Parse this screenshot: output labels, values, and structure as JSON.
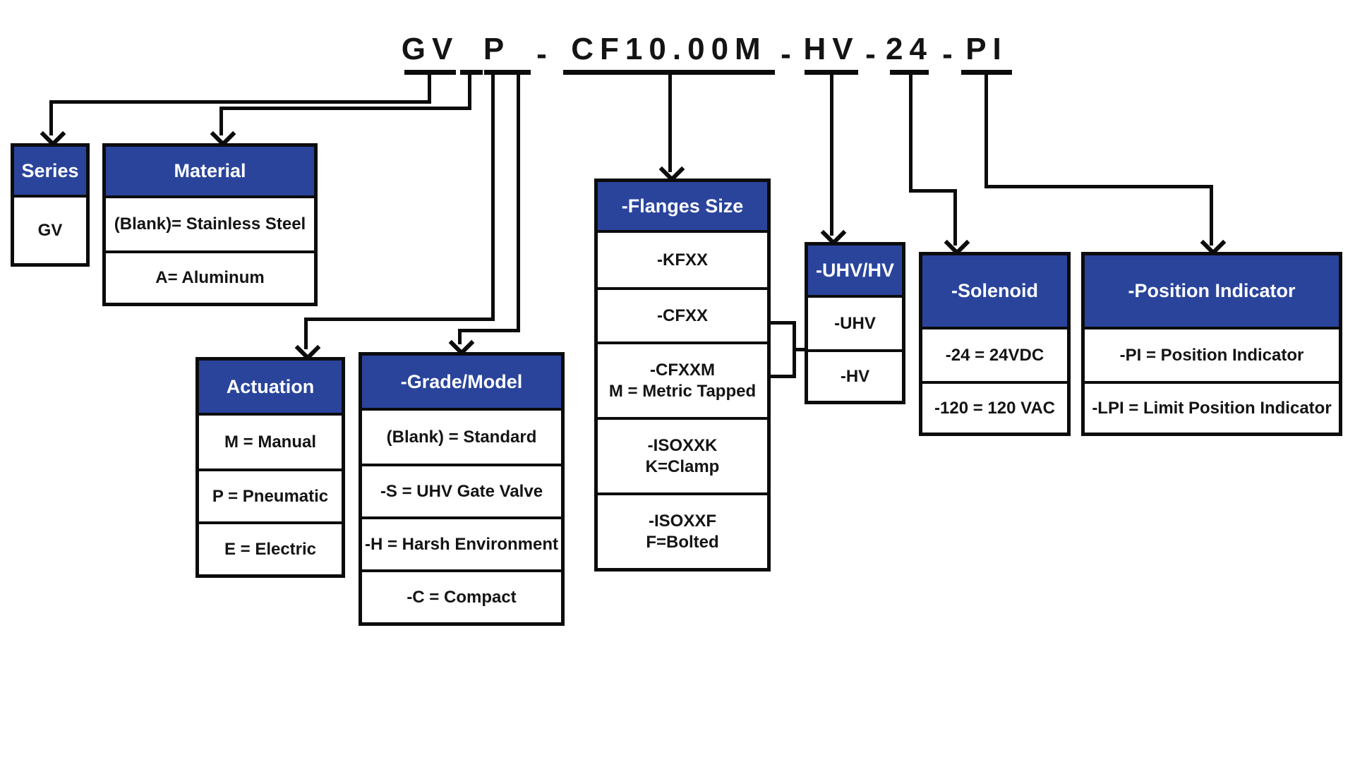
{
  "title": {
    "full_text": "GV P -CF10.00M-HV-24-PI",
    "segments": [
      {
        "text": "GV",
        "underlined": true,
        "meaning": "series"
      },
      {
        "text": "",
        "underlined": true,
        "meaning": "material-blank"
      },
      {
        "text": "P",
        "underlined": true,
        "meaning": "actuation"
      },
      {
        "text": "",
        "underlined": true,
        "meaning": "grade-model-blank"
      },
      {
        "text": "-",
        "underlined": false,
        "meaning": "separator"
      },
      {
        "text": "CF10.00M",
        "underlined": true,
        "meaning": "flange-size"
      },
      {
        "text": "-",
        "underlined": false,
        "meaning": "separator"
      },
      {
        "text": "HV",
        "underlined": true,
        "meaning": "vacuum-grade"
      },
      {
        "text": "-",
        "underlined": false,
        "meaning": "separator"
      },
      {
        "text": "24",
        "underlined": true,
        "meaning": "solenoid"
      },
      {
        "text": "-",
        "underlined": false,
        "meaning": "separator"
      },
      {
        "text": "PI",
        "underlined": true,
        "meaning": "position-indicator"
      }
    ]
  },
  "boxes": {
    "series": {
      "header": "Series",
      "rows": [
        "GV"
      ]
    },
    "material": {
      "header": "Material",
      "rows": [
        "(Blank)= Stainless Steel",
        "A= Aluminum"
      ]
    },
    "actuation": {
      "header": "Actuation",
      "rows": [
        "M = Manual",
        "P = Pneumatic",
        "E = Electric"
      ]
    },
    "grade_model": {
      "header": "-Grade/Model",
      "rows": [
        "(Blank) = Standard",
        "-S = UHV Gate Valve",
        "-H = Harsh Environment",
        "-C = Compact"
      ]
    },
    "flanges_size": {
      "header": "-Flanges Size",
      "rows": [
        {
          "lines": [
            "-KFXX"
          ]
        },
        {
          "lines": [
            "-CFXX"
          ]
        },
        {
          "lines": [
            "-CFXXM",
            "M = Metric Tapped"
          ]
        },
        {
          "lines": [
            "-ISOXXK",
            "K=Clamp"
          ]
        },
        {
          "lines": [
            "-ISOXXF",
            "F=Bolted"
          ]
        }
      ]
    },
    "uhv_hv": {
      "header": "-UHV/HV",
      "rows": [
        "-UHV",
        "-HV"
      ]
    },
    "solenoid": {
      "header": "-Solenoid",
      "rows": [
        "-24 = 24VDC",
        "-120 = 120 VAC"
      ]
    },
    "position_indicator": {
      "header": "-Position Indicator",
      "rows": [
        "-PI = Position Indicator",
        "-LPI = Limit Position Indicator"
      ]
    }
  },
  "colors": {
    "header_bg": "#2A449C",
    "header_text": "#FFFFFF",
    "line_color": "#0C0C0C",
    "text_color": "#141414",
    "background": "#FFFFFF"
  }
}
